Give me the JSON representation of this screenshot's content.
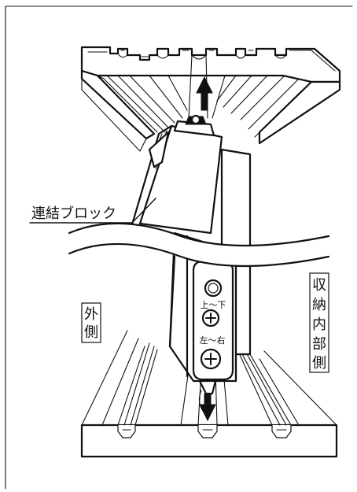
{
  "labels": {
    "block": "連結ブロック",
    "outside": [
      "外",
      "側"
    ],
    "storage_side": [
      "収",
      "納",
      "内",
      "部",
      "側"
    ],
    "up_down": "上〜下",
    "left_right": "左〜右"
  },
  "colors": {
    "line": "#111111",
    "background": "#ffffff"
  }
}
